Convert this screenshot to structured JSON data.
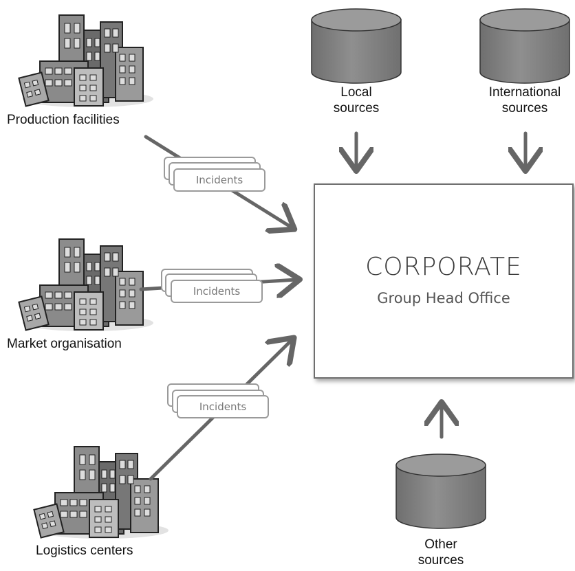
{
  "headquarters": {
    "title": "CORPORATE",
    "subtitle": "Group Head Office"
  },
  "facilities": [
    {
      "label": "Production facilities"
    },
    {
      "label": "Market organisation"
    },
    {
      "label": "Logistics centers"
    }
  ],
  "incidents": [
    {
      "label": "Incidents"
    },
    {
      "label": "Incidents"
    },
    {
      "label": "Incidents"
    }
  ],
  "sources": {
    "local": {
      "line1": "Local",
      "line2": "sources"
    },
    "international": {
      "line1": "International",
      "line2": "sources"
    },
    "other": {
      "line1": "Other",
      "line2": "sources"
    }
  },
  "colors": {
    "arrow": "#666666",
    "cylinder": "#8a8a8a",
    "card_border": "#9a9a9a",
    "box_border": "#6e6e6e"
  }
}
